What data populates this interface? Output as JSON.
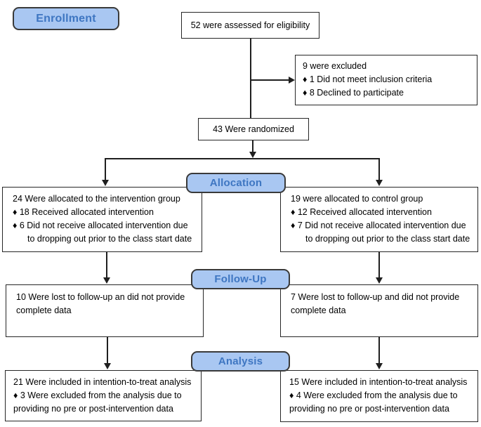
{
  "palette": {
    "background": "#FFFFFF",
    "stage_fill": "#A9C7F2",
    "stage_border": "#3A3A3A",
    "stage_text": "#3E76C2",
    "box_fill": "#FFFFFF",
    "box_border": "#262626",
    "connector": "#1F1F1F",
    "body_text": "#000000"
  },
  "stage_labels": {
    "enrollment": "Enrollment",
    "allocation": "Allocation",
    "follow_up": "Follow-Up",
    "analysis": "Analysis"
  },
  "boxes": {
    "assessed": {
      "text": "52 were assessed for eligibility"
    },
    "excluded": {
      "lines": [
        "9 were excluded",
        "♦  1 Did not meet inclusion criteria",
        "♦  8 Declined to participate"
      ]
    },
    "randomized": {
      "text": "43 Were randomized"
    },
    "allocation_intervention": {
      "lines": [
        "24 Were allocated to the intervention group",
        "♦ 18 Received allocated intervention",
        "♦ 6 Did not receive allocated intervention due",
        "to dropping out prior to the class start date"
      ]
    },
    "allocation_control": {
      "lines": [
        "19 were allocated to control group",
        "♦ 12 Received allocated intervention",
        "♦ 7 Did not receive allocated intervention due",
        "to dropping out prior to the class start date"
      ]
    },
    "followup_intervention": {
      "lines": [
        "10 Were lost to follow-up an did not provide",
        "complete data"
      ]
    },
    "followup_control": {
      "lines": [
        "7 Were lost to follow-up and did not provide",
        "complete data"
      ]
    },
    "analysis_intervention": {
      "lines": [
        "21 Were included in intention-to-treat analysis",
        "♦ 3 Were excluded from the analysis due to",
        "providing no pre or post-intervention data"
      ]
    },
    "analysis_control": {
      "lines": [
        "15 Were included in intention-to-treat analysis",
        "♦ 4 Were excluded from the analysis due to",
        "providing no pre or post-intervention data"
      ]
    }
  }
}
